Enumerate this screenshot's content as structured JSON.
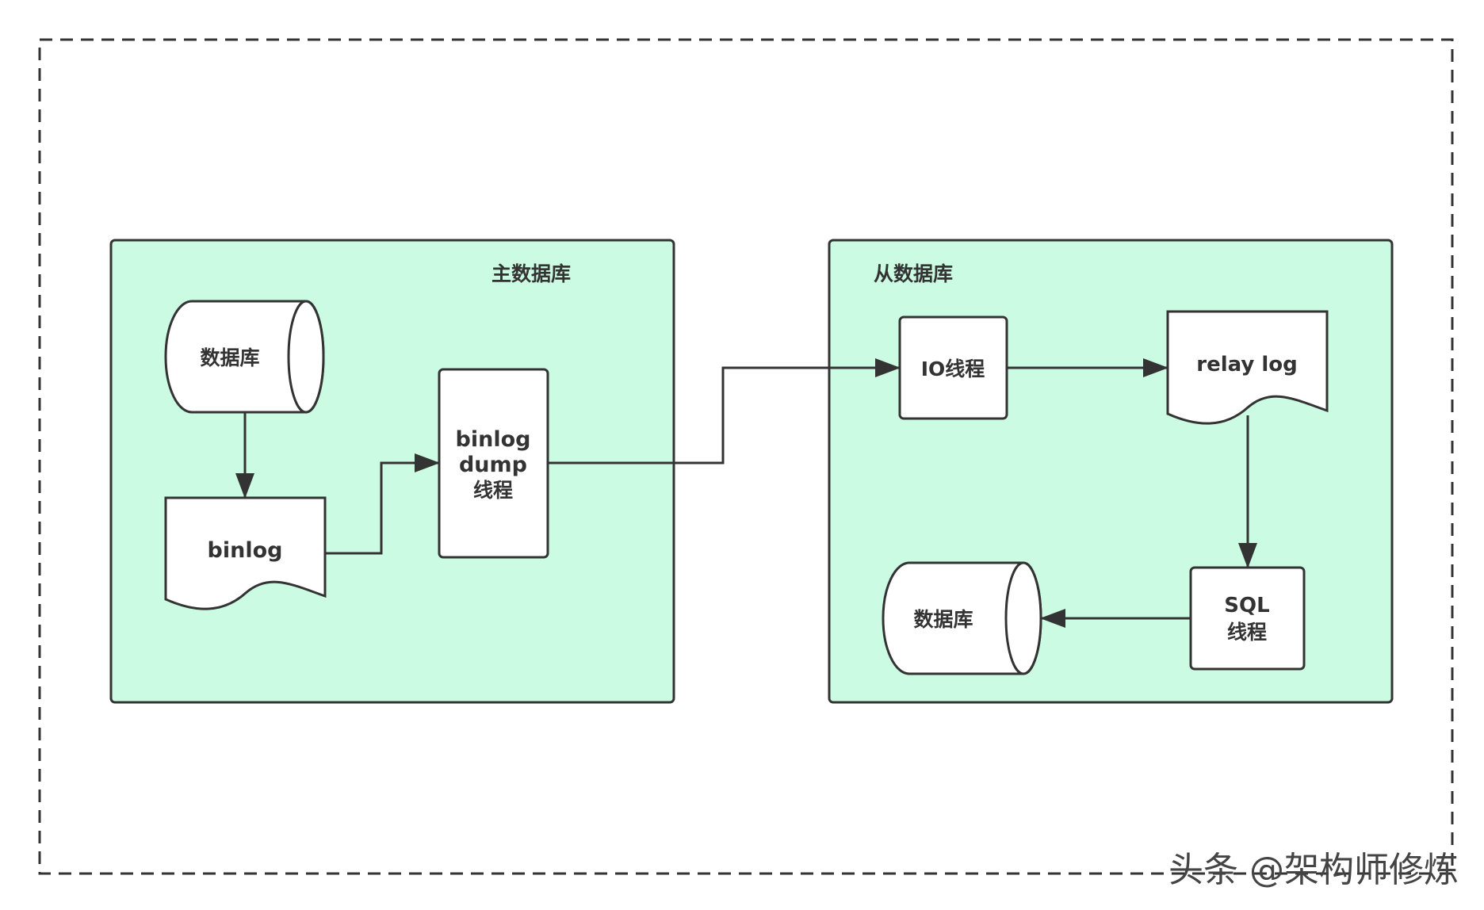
{
  "master": {
    "title": "主数据库",
    "database": "数据库",
    "binlog": "binlog",
    "dump_thread": [
      "binlog",
      "dump",
      "线程"
    ]
  },
  "slave": {
    "title": "从数据库",
    "io_thread": "IO线程",
    "relay_log": "relay log",
    "sql_thread": [
      "SQL",
      "线程"
    ],
    "database": "数据库"
  },
  "watermark": "头条 @架构师修炼",
  "colors": {
    "container_fill": "#ccfbe3",
    "stroke": "#333333",
    "outer_border": "#333333"
  }
}
